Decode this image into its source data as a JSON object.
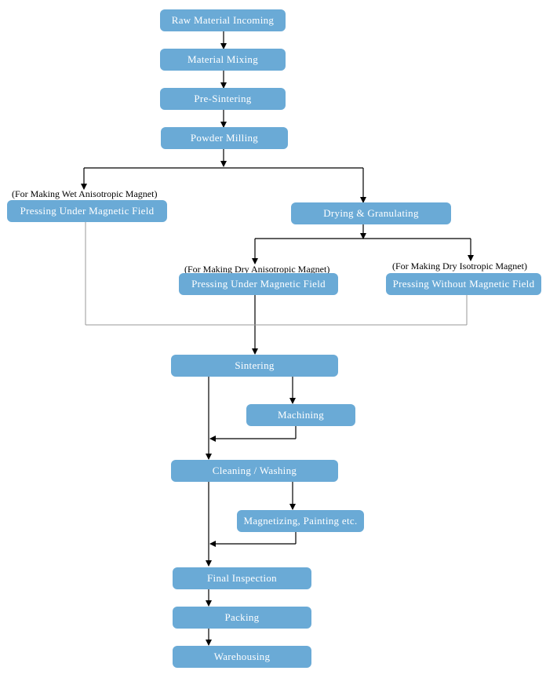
{
  "steps": {
    "raw_material": "Raw Material Incoming",
    "mixing": "Material Mixing",
    "pre_sintering": "Pre-Sintering",
    "powder_milling": "Powder Milling",
    "pressing_wet": "Pressing Under Magnetic Field",
    "drying": "Drying & Granulating",
    "pressing_dry_aniso": "Pressing Under Magnetic Field",
    "pressing_dry_iso": "Pressing Without Magnetic Field",
    "sintering": "Sintering",
    "machining": "Machining",
    "cleaning": "Cleaning / Washing",
    "magnetizing": "Magnetizing, Painting etc.",
    "final_inspection": "Final Inspection",
    "packing": "Packing",
    "warehousing": "Warehousing"
  },
  "notes": {
    "wet_anisotropic": "(For Making Wet Anisotropic Magnet)",
    "dry_anisotropic": "(For Making Dry Anisotropic Magnet)",
    "dry_isotropic": "(For Making Dry Isotropic Magnet)"
  },
  "colors": {
    "box_fill": "#6aaad6",
    "box_text": "#ffffff",
    "arrow": "#000000",
    "return_line": "#999999"
  }
}
